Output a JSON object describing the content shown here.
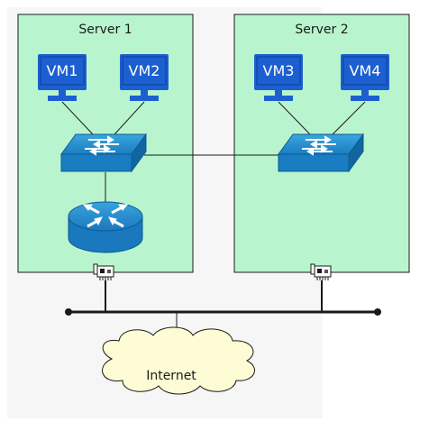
{
  "servers": [
    {
      "label": "Server 1"
    },
    {
      "label": "Server 2"
    }
  ],
  "vms": [
    {
      "label": "VM1"
    },
    {
      "label": "VM2"
    },
    {
      "label": "VM3"
    },
    {
      "label": "VM4"
    }
  ],
  "internet": {
    "label": "Internet"
  },
  "colors": {
    "server_fill": "#b8f5cf",
    "vm_blue": "#1c5fd1",
    "switch_blue": "#1a7dc2",
    "line": "#1a1a1a"
  },
  "icons": {
    "vm": "monitor-icon",
    "switch": "network-switch-icon",
    "router": "router-icon",
    "nic": "network-interface-card-icon",
    "internet": "cloud-icon"
  }
}
